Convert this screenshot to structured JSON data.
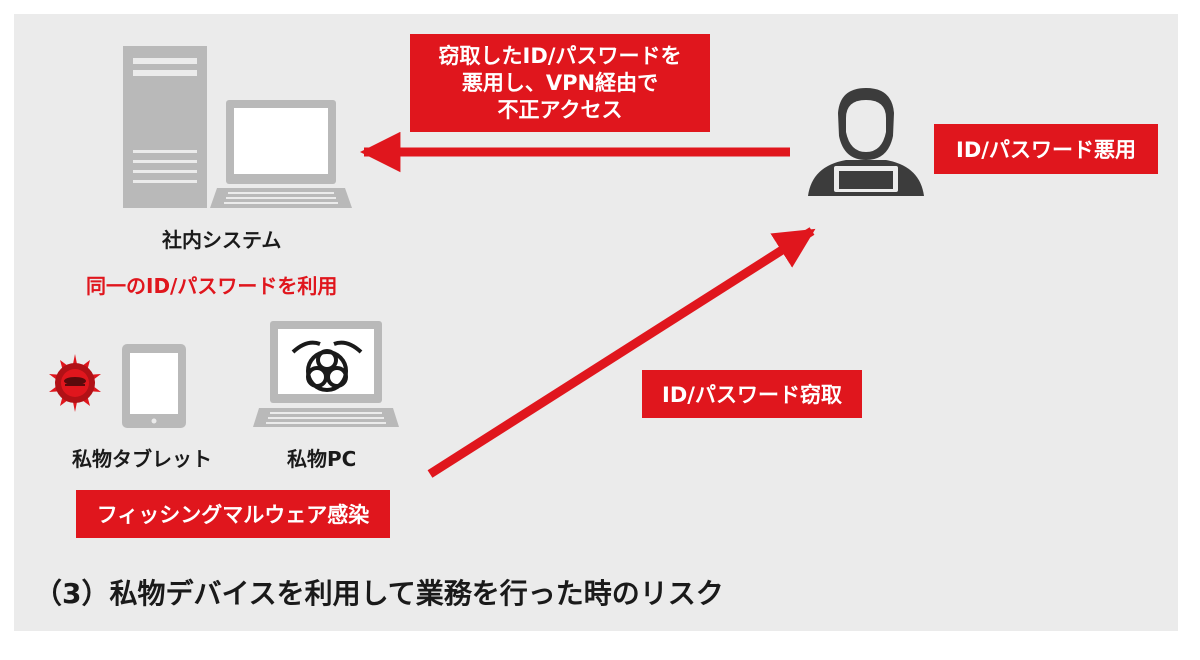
{
  "labels": {
    "internal_system": "社内システム",
    "same_credentials": "同一のID/パスワードを利用",
    "private_tablet": "私物タブレット",
    "private_pc": "私物PC"
  },
  "callouts": {
    "vpn_abuse": [
      "窃取したID/パスワードを",
      "悪用し、VPN経由で",
      "不正アクセス"
    ],
    "credential_abuse": "ID/パスワード悪用",
    "credential_theft": "ID/パスワード窃取",
    "phishing_infection": "フィッシングマルウェア感染"
  },
  "caption": "（3）私物デバイスを利用して業務を行った時のリスク",
  "colors": {
    "accent_red": "#e0161d",
    "background": "#ebebeb",
    "icon_gray": "#b9b9b9",
    "person_dark": "#3c3c3c"
  },
  "icons": [
    "server-icon",
    "laptop-icon",
    "tablet-icon",
    "malware-icon",
    "laptop-biohazard-icon",
    "attacker-icon"
  ]
}
